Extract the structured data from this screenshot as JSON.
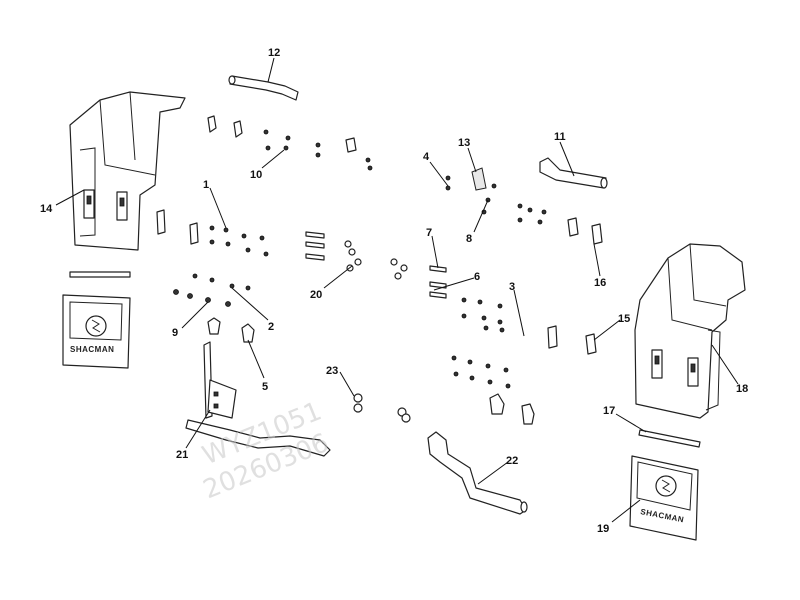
{
  "callouts": {
    "c1": "1",
    "c2": "2",
    "c3": "3",
    "c4": "4",
    "c5": "5",
    "c6": "6",
    "c7": "7",
    "c8": "8",
    "c9": "9",
    "c10": "10",
    "c11": "11",
    "c12": "12",
    "c13": "13",
    "c14": "14",
    "c15": "15",
    "c16": "16",
    "c17": "17",
    "c18": "18",
    "c19": "19",
    "c20": "20",
    "c21": "21",
    "c22": "22",
    "c23": "23"
  },
  "mudflap_brand": "SHACMAN",
  "watermark": {
    "line1": "WYZ1051",
    "line2": "20260306"
  }
}
